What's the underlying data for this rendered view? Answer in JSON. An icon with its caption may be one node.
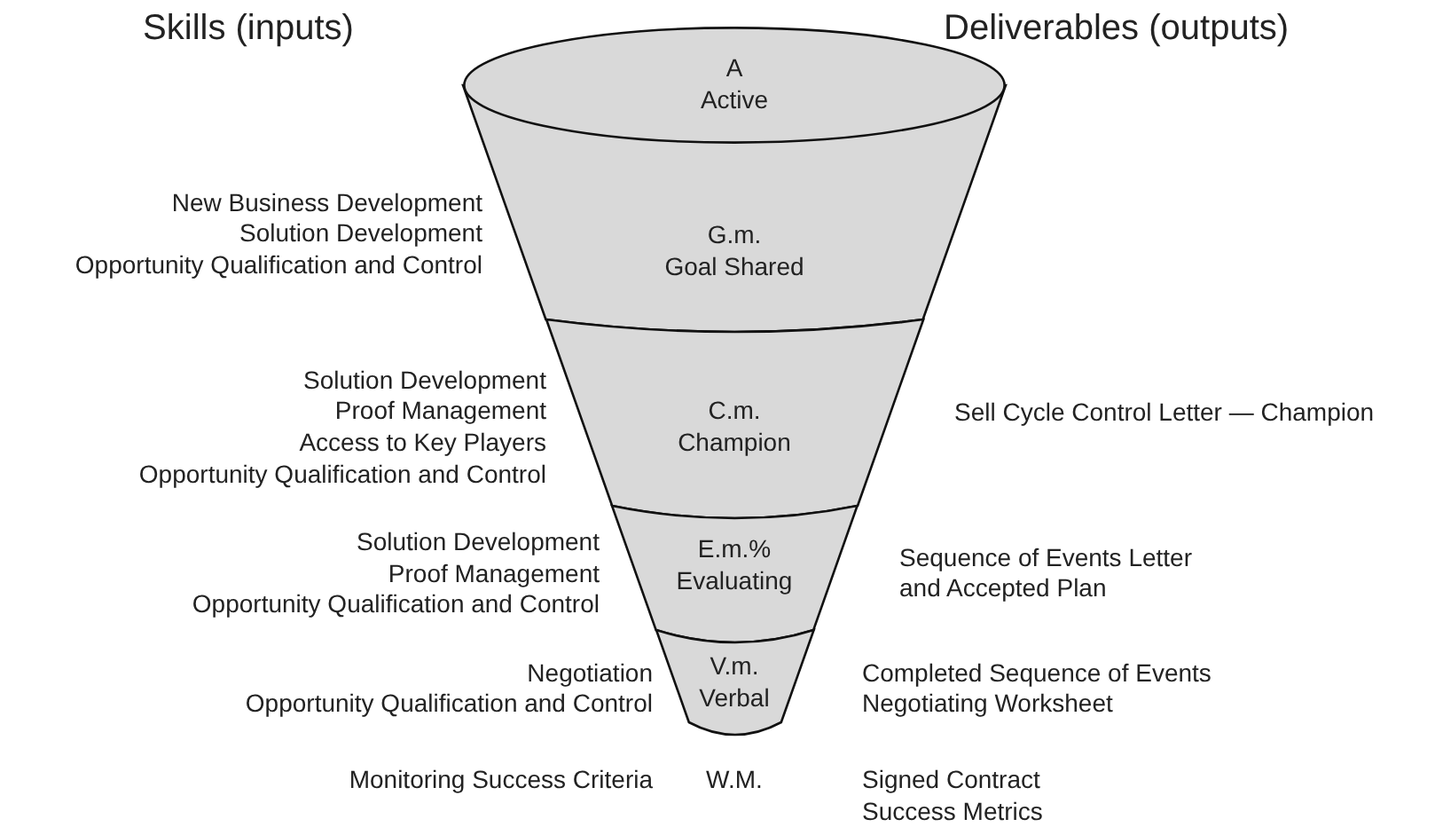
{
  "diagram": {
    "nodes": [
      {
        "text": [
          "A",
          "Active"
        ]
      },
      {
        "text": [
          "G.m.",
          "Goal Shared"
        ]
      },
      {
        "text": [
          "C.m.",
          "Champion"
        ]
      },
      {
        "text": [
          "E.m.%",
          "Evaluating"
        ]
      },
      {
        "text": [
          "V.m.",
          "Verbal"
        ]
      }
    ],
    "labels": [
      "Skills (inputs)",
      "Deliverables (outputs)",
      "New Business Development",
      "Solution Development",
      "Opportunity Qualification and Control",
      "Solution Development",
      "Proof Management",
      "Access to Key Players",
      "Sell Cycle Control Letter — Champion",
      "Opportunity Qualification and Control",
      "Solution Development",
      "Proof Management",
      "Sequence of Events Letter",
      "Opportunity Qualification and Control",
      "and Accepted Plan",
      "Negotiation",
      "Completed Sequence of Events",
      "Opportunity Qualification and Control",
      "Negotiating Worksheet",
      "Monitoring Success Criteria",
      "W.M.",
      "Signed Contract",
      "Success Metrics"
    ]
  }
}
